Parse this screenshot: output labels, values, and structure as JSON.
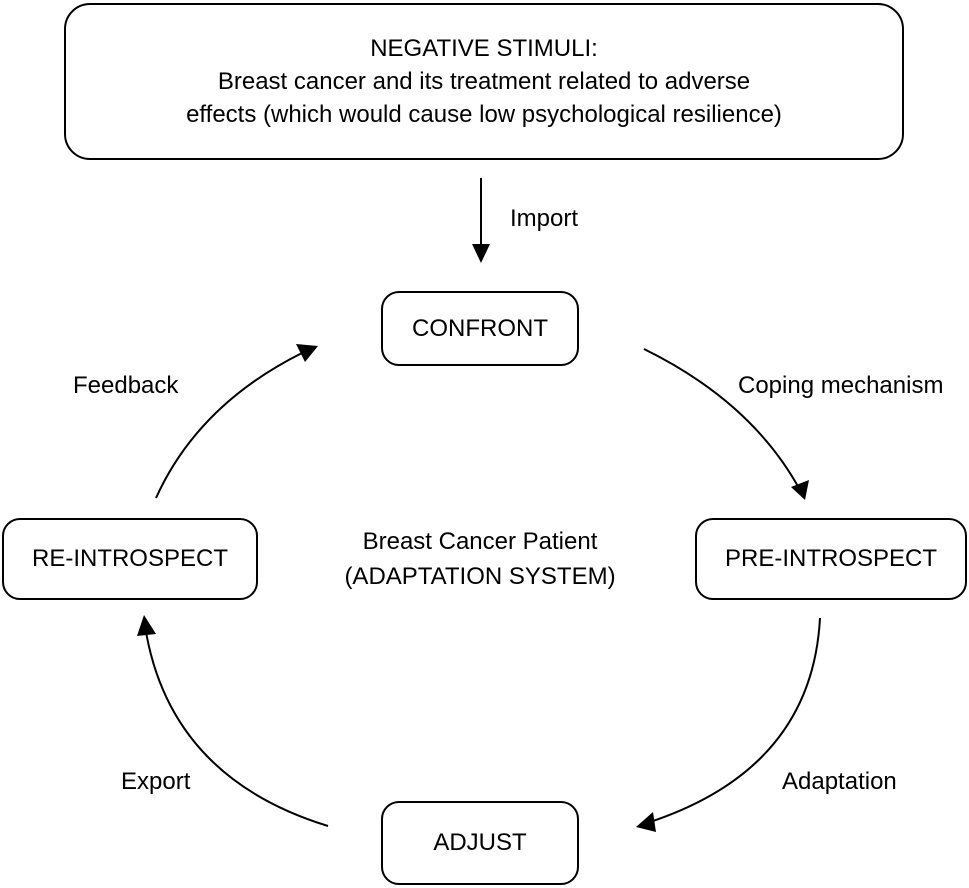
{
  "stimuli": {
    "heading": "NEGATIVE STIMULI:",
    "line1": "Breast cancer and its treatment related to adverse",
    "line2": "effects (which would cause low psychological resilience)"
  },
  "nodes": {
    "confront": "CONFRONT",
    "pre_introspect": "PRE-INTROSPECT",
    "adjust": "ADJUST",
    "re_introspect": "RE-INTROSPECT"
  },
  "edges": {
    "import": "Import",
    "coping": "Coping mechanism",
    "adaptation": "Adaptation",
    "export": "Export",
    "feedback": "Feedback"
  },
  "center": {
    "line1": "Breast Cancer Patient",
    "line2": "(ADAPTATION SYSTEM)"
  },
  "colors": {
    "stroke": "#000000",
    "background": "#ffffff"
  }
}
